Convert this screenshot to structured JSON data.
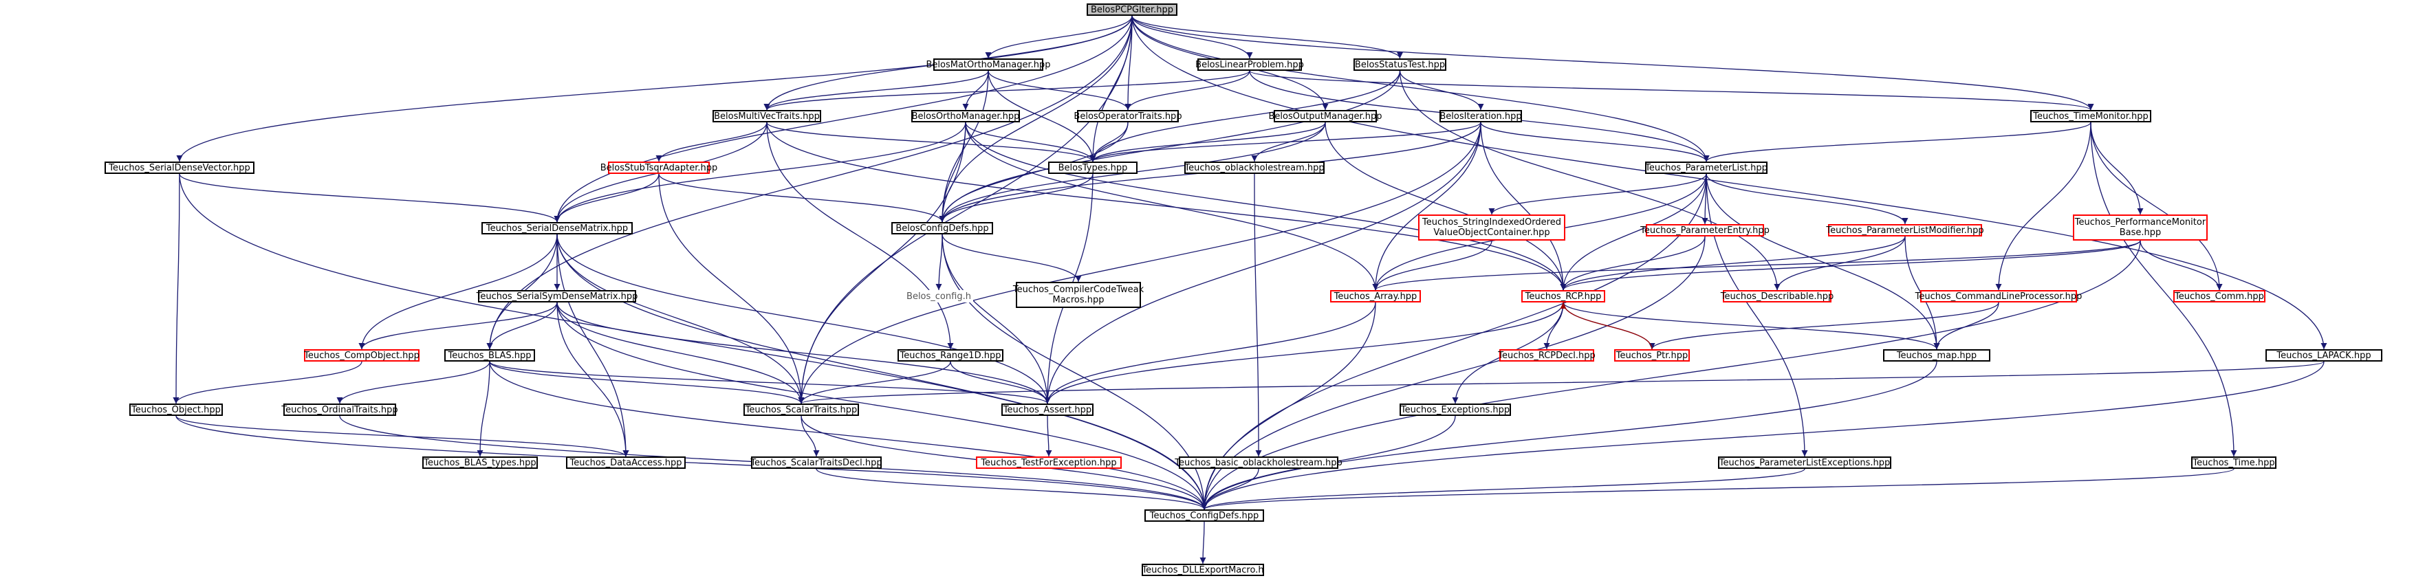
{
  "colors": {
    "edge": "#191970",
    "edge_special": "#9a0000",
    "border": "#000000",
    "border_red": "#ff0000",
    "root_fill": "#bfbfbf"
  },
  "nodes": [
    {
      "id": "pcp",
      "label": "BelosPCPGIter.hpp",
      "style": "root"
    },
    {
      "id": "mom",
      "label": "BelosMatOrthoManager.hpp",
      "style": "black"
    },
    {
      "id": "lp",
      "label": "BelosLinearProblem.hpp",
      "style": "black"
    },
    {
      "id": "st",
      "label": "BelosStatusTest.hpp",
      "style": "black"
    },
    {
      "id": "mvt",
      "label": "BelosMultiVecTraits.hpp",
      "style": "black"
    },
    {
      "id": "om",
      "label": "BelosOrthoManager.hpp",
      "style": "black"
    },
    {
      "id": "opt",
      "label": "BelosOperatorTraits.hpp",
      "style": "black"
    },
    {
      "id": "out",
      "label": "BelosOutputManager.hpp",
      "style": "black"
    },
    {
      "id": "iter",
      "label": "BelosIteration.hpp",
      "style": "black"
    },
    {
      "id": "tm",
      "label": "Teuchos_TimeMonitor.hpp",
      "style": "black"
    },
    {
      "id": "sdv",
      "label": "Teuchos_SerialDenseVector.hpp",
      "style": "black"
    },
    {
      "id": "stsqr",
      "label": "BelosStubTsqrAdapter.hpp",
      "style": "red"
    },
    {
      "id": "bt",
      "label": "BelosTypes.hpp",
      "style": "black"
    },
    {
      "id": "obh",
      "label": "Teuchos_oblackholestream.hpp",
      "style": "black"
    },
    {
      "id": "pl",
      "label": "Teuchos_ParameterList.hpp",
      "style": "black"
    },
    {
      "id": "sdm",
      "label": "Teuchos_SerialDenseMatrix.hpp",
      "style": "black"
    },
    {
      "id": "bcd",
      "label": "BelosConfigDefs.hpp",
      "style": "black"
    },
    {
      "id": "siovc",
      "label": "Teuchos_StringIndexedOrdered\nValueObjectContainer.hpp",
      "style": "red"
    },
    {
      "id": "pe",
      "label": "Teuchos_ParameterEntry.hpp",
      "style": "red"
    },
    {
      "id": "plm",
      "label": "Teuchos_ParameterListModifier.hpp",
      "style": "red"
    },
    {
      "id": "pmb",
      "label": "Teuchos_PerformanceMonitor\nBase.hpp",
      "style": "red"
    },
    {
      "id": "ssdm",
      "label": "Teuchos_SerialSymDenseMatrix.hpp",
      "style": "black"
    },
    {
      "id": "bcfg",
      "label": "Belos_config.h",
      "style": "plain"
    },
    {
      "id": "cctm",
      "label": "Teuchos_CompilerCodeTweak\nMacros.hpp",
      "style": "black"
    },
    {
      "id": "arr",
      "label": "Teuchos_Array.hpp",
      "style": "red"
    },
    {
      "id": "rcp",
      "label": "Teuchos_RCP.hpp",
      "style": "red"
    },
    {
      "id": "desc",
      "label": "Teuchos_Describable.hpp",
      "style": "red"
    },
    {
      "id": "clp",
      "label": "Teuchos_CommandLineProcessor.hpp",
      "style": "red"
    },
    {
      "id": "comm",
      "label": "Teuchos_Comm.hpp",
      "style": "red"
    },
    {
      "id": "co",
      "label": "Teuchos_CompObject.hpp",
      "style": "red"
    },
    {
      "id": "blas",
      "label": "Teuchos_BLAS.hpp",
      "style": "black"
    },
    {
      "id": "r1d",
      "label": "Teuchos_Range1D.hpp",
      "style": "black"
    },
    {
      "id": "rcpd",
      "label": "Teuchos_RCPDecl.hpp",
      "style": "red"
    },
    {
      "id": "ptr",
      "label": "Teuchos_Ptr.hpp",
      "style": "red"
    },
    {
      "id": "map",
      "label": "Teuchos_map.hpp",
      "style": "black"
    },
    {
      "id": "lapack",
      "label": "Teuchos_LAPACK.hpp",
      "style": "black"
    },
    {
      "id": "obj",
      "label": "Teuchos_Object.hpp",
      "style": "black"
    },
    {
      "id": "ot",
      "label": "Teuchos_OrdinalTraits.hpp",
      "style": "black"
    },
    {
      "id": "sct",
      "label": "Teuchos_ScalarTraits.hpp",
      "style": "black"
    },
    {
      "id": "asrt",
      "label": "Teuchos_Assert.hpp",
      "style": "black"
    },
    {
      "id": "exc",
      "label": "Teuchos_Exceptions.hpp",
      "style": "black"
    },
    {
      "id": "bty",
      "label": "Teuchos_BLAS_types.hpp",
      "style": "black"
    },
    {
      "id": "da",
      "label": "Teuchos_DataAccess.hpp",
      "style": "black"
    },
    {
      "id": "stdecl",
      "label": "Teuchos_ScalarTraitsDecl.hpp",
      "style": "black"
    },
    {
      "id": "tfe",
      "label": "Teuchos_TestForException.hpp",
      "style": "red"
    },
    {
      "id": "bobs",
      "label": "Teuchos_basic_oblackholestream.hpp",
      "style": "black"
    },
    {
      "id": "ple",
      "label": "Teuchos_ParameterListExceptions.hpp",
      "style": "black"
    },
    {
      "id": "time",
      "label": "Teuchos_Time.hpp",
      "style": "black"
    },
    {
      "id": "tcd",
      "label": "Teuchos_ConfigDefs.hpp",
      "style": "black"
    },
    {
      "id": "dll",
      "label": "Teuchos_DLLExportMacro.h",
      "style": "black"
    }
  ],
  "edges": [
    [
      "pcp",
      "mom"
    ],
    [
      "pcp",
      "lp"
    ],
    [
      "pcp",
      "st"
    ],
    [
      "pcp",
      "mvt"
    ],
    [
      "pcp",
      "opt"
    ],
    [
      "pcp",
      "out"
    ],
    [
      "pcp",
      "bt"
    ],
    [
      "pcp",
      "bcd"
    ],
    [
      "pcp",
      "tm"
    ],
    [
      "pcp",
      "sdv"
    ],
    [
      "pcp",
      "sdm"
    ],
    [
      "pcp",
      "pl"
    ],
    [
      "pcp",
      "lapack"
    ],
    [
      "pcp",
      "blas"
    ],
    [
      "pcp",
      "sct"
    ],
    [
      "mom",
      "mvt"
    ],
    [
      "mom",
      "opt"
    ],
    [
      "mom",
      "om"
    ],
    [
      "mom",
      "bt"
    ],
    [
      "mom",
      "bcd"
    ],
    [
      "lp",
      "mvt"
    ],
    [
      "lp",
      "opt"
    ],
    [
      "lp",
      "tm"
    ],
    [
      "lp",
      "pl"
    ],
    [
      "st",
      "bt"
    ],
    [
      "st",
      "iter"
    ],
    [
      "st",
      "bcd"
    ],
    [
      "st",
      "desc"
    ],
    [
      "mvt",
      "stsqr"
    ],
    [
      "mvt",
      "sdm"
    ],
    [
      "mvt",
      "bt"
    ],
    [
      "mvt",
      "rcp"
    ],
    [
      "mvt",
      "r1d"
    ],
    [
      "om",
      "bt"
    ],
    [
      "om",
      "bcd"
    ],
    [
      "om",
      "sdm"
    ],
    [
      "om",
      "sct"
    ],
    [
      "om",
      "rcp"
    ],
    [
      "om",
      "arr"
    ],
    [
      "opt",
      "bt"
    ],
    [
      "opt",
      "bcd"
    ],
    [
      "out",
      "bt"
    ],
    [
      "out",
      "obh"
    ],
    [
      "out",
      "bcd"
    ],
    [
      "out",
      "rcp"
    ],
    [
      "iter",
      "bt"
    ],
    [
      "iter",
      "pl"
    ],
    [
      "iter",
      "arr"
    ],
    [
      "iter",
      "rcp"
    ],
    [
      "iter",
      "bcd"
    ],
    [
      "iter",
      "sct"
    ],
    [
      "iter",
      "asrt"
    ],
    [
      "tm",
      "pl"
    ],
    [
      "tm",
      "pmb"
    ],
    [
      "tm",
      "clp"
    ],
    [
      "tm",
      "comm"
    ],
    [
      "tm",
      "time"
    ],
    [
      "sdv",
      "sdm"
    ],
    [
      "sdv",
      "obj"
    ],
    [
      "sdv",
      "tcd"
    ],
    [
      "stsqr",
      "bcd"
    ],
    [
      "stsqr",
      "sdm"
    ],
    [
      "stsqr",
      "sct"
    ],
    [
      "bt",
      "bcd"
    ],
    [
      "bt",
      "asrt"
    ],
    [
      "obh",
      "bobs"
    ],
    [
      "pl",
      "siovc"
    ],
    [
      "pl",
      "pe"
    ],
    [
      "pl",
      "plm"
    ],
    [
      "pl",
      "rcp"
    ],
    [
      "pl",
      "arr"
    ],
    [
      "pl",
      "map"
    ],
    [
      "pl",
      "ple"
    ],
    [
      "pl",
      "tcd"
    ],
    [
      "sdm",
      "ssdm"
    ],
    [
      "sdm",
      "co"
    ],
    [
      "sdm",
      "blas"
    ],
    [
      "sdm",
      "sct"
    ],
    [
      "sdm",
      "da"
    ],
    [
      "sdm",
      "tcd"
    ],
    [
      "sdm",
      "asrt"
    ],
    [
      "bcd",
      "bcfg"
    ],
    [
      "bcd",
      "cctm"
    ],
    [
      "bcd",
      "asrt"
    ],
    [
      "bcd",
      "tcd"
    ],
    [
      "siovc",
      "arr"
    ],
    [
      "pe",
      "rcp"
    ],
    [
      "pe",
      "tcd"
    ],
    [
      "plm",
      "rcp"
    ],
    [
      "plm",
      "desc"
    ],
    [
      "plm",
      "map"
    ],
    [
      "pmb",
      "rcp"
    ],
    [
      "pmb",
      "arr"
    ],
    [
      "pmb",
      "comm"
    ],
    [
      "pmb",
      "tcd"
    ],
    [
      "ssdm",
      "co"
    ],
    [
      "ssdm",
      "blas"
    ],
    [
      "ssdm",
      "sct"
    ],
    [
      "ssdm",
      "da"
    ],
    [
      "ssdm",
      "tcd"
    ],
    [
      "ssdm",
      "asrt"
    ],
    [
      "arr",
      "asrt"
    ],
    [
      "arr",
      "tcd"
    ],
    [
      "rcp",
      "rcpd"
    ],
    [
      "rcp",
      "ptr"
    ],
    [
      "rcp",
      "exc"
    ],
    [
      "rcp",
      "map"
    ],
    [
      "rcp",
      "asrt"
    ],
    [
      "clp",
      "map"
    ],
    [
      "clp",
      "ptr"
    ],
    [
      "co",
      "obj"
    ],
    [
      "blas",
      "sct"
    ],
    [
      "blas",
      "ot"
    ],
    [
      "blas",
      "bty"
    ],
    [
      "blas",
      "asrt"
    ],
    [
      "blas",
      "tcd"
    ],
    [
      "r1d",
      "sct"
    ],
    [
      "r1d",
      "asrt"
    ],
    [
      "map",
      "tcd"
    ],
    [
      "lapack",
      "sct"
    ],
    [
      "lapack",
      "tcd"
    ],
    [
      "obj",
      "da"
    ],
    [
      "obj",
      "tcd"
    ],
    [
      "ot",
      "tcd"
    ],
    [
      "sct",
      "stdecl"
    ],
    [
      "sct",
      "tcd"
    ],
    [
      "asrt",
      "tfe"
    ],
    [
      "exc",
      "tcd"
    ],
    [
      "stdecl",
      "tcd"
    ],
    [
      "bobs",
      "tcd"
    ],
    [
      "ple",
      "tcd"
    ],
    [
      "time",
      "tcd"
    ],
    [
      "tcd",
      "dll"
    ]
  ],
  "special_edges": [
    [
      "ptr",
      "rcp"
    ]
  ]
}
